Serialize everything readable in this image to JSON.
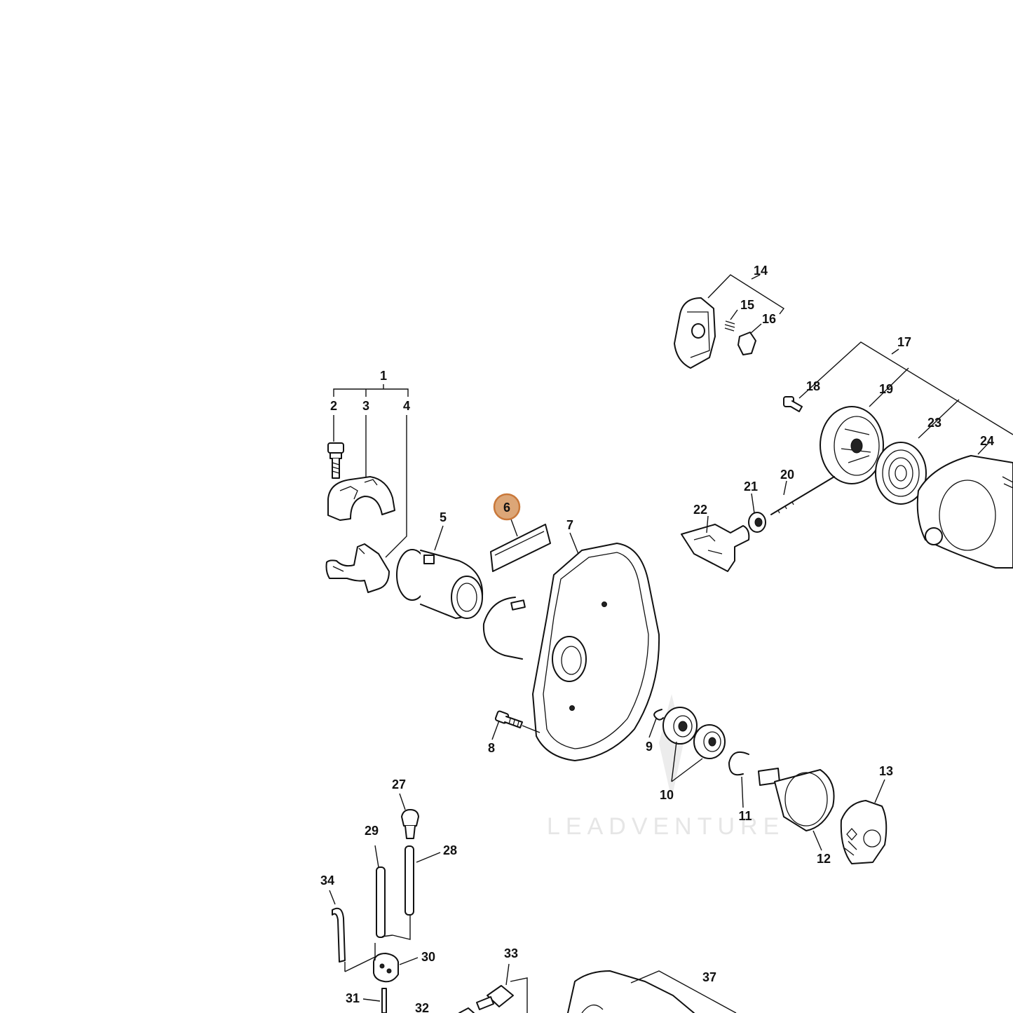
{
  "watermark": {
    "text": "LEADVENTURE"
  },
  "highlight": {
    "number": "6",
    "fill": "#dca677",
    "stroke": "#c9783a"
  },
  "callouts": [
    "1",
    "2",
    "3",
    "4",
    "5",
    "6",
    "7",
    "8",
    "9",
    "10",
    "11",
    "12",
    "13",
    "14",
    "15",
    "16",
    "17",
    "18",
    "19",
    "20",
    "21",
    "22",
    "23",
    "24",
    "27",
    "28",
    "29",
    "30",
    "31",
    "32",
    "33",
    "34",
    "37"
  ]
}
